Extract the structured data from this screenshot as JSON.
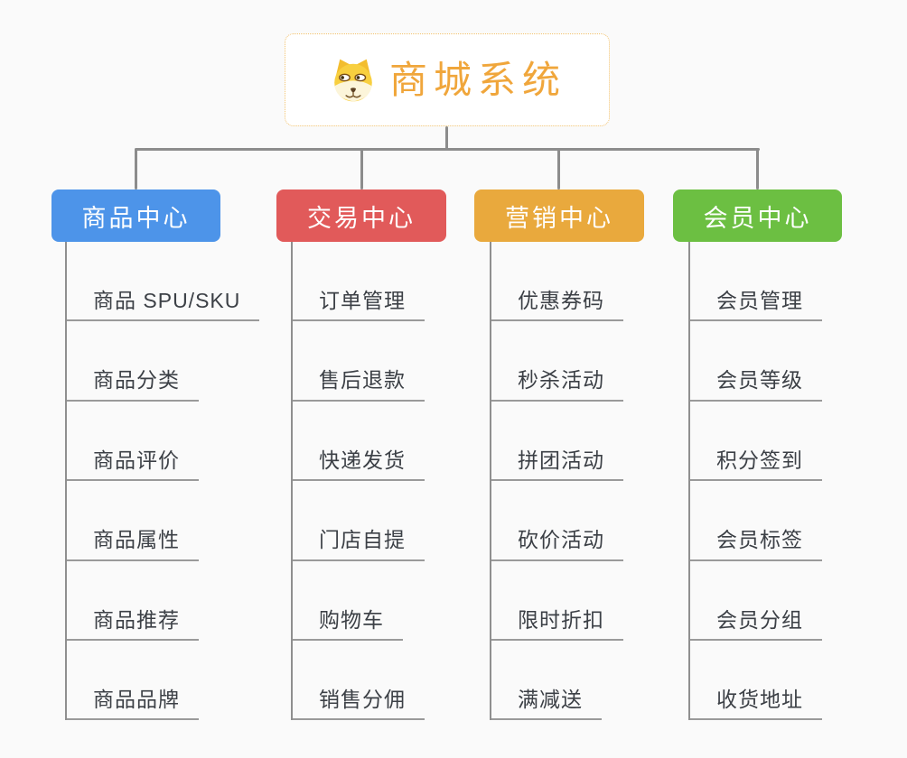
{
  "page": {
    "background_color": "#fafafa"
  },
  "root": {
    "title": "商城系统",
    "icon": "dog-face-icon",
    "text_color": "#f0a63b",
    "border_color": "#f2c26e"
  },
  "connector_color": "#8c8c8c",
  "underline_color": "#9a9a9a",
  "leaf_text_color": "#3c4046",
  "branches": [
    {
      "label": "商品中心",
      "color": "#4d94e9",
      "children": [
        "商品 SPU/SKU",
        "商品分类",
        "商品评价",
        "商品属性",
        "商品推荐",
        "商品品牌"
      ]
    },
    {
      "label": "交易中心",
      "color": "#e15a5a",
      "children": [
        "订单管理",
        "售后退款",
        "快递发货",
        "门店自提",
        "购物车",
        "销售分佣"
      ]
    },
    {
      "label": "营销中心",
      "color": "#e9a93d",
      "children": [
        "优惠券码",
        "秒杀活动",
        "拼团活动",
        "砍价活动",
        "限时折扣",
        "满减送"
      ]
    },
    {
      "label": "会员中心",
      "color": "#6cbf42",
      "children": [
        "会员管理",
        "会员等级",
        "积分签到",
        "会员标签",
        "会员分组",
        "收货地址"
      ]
    }
  ]
}
